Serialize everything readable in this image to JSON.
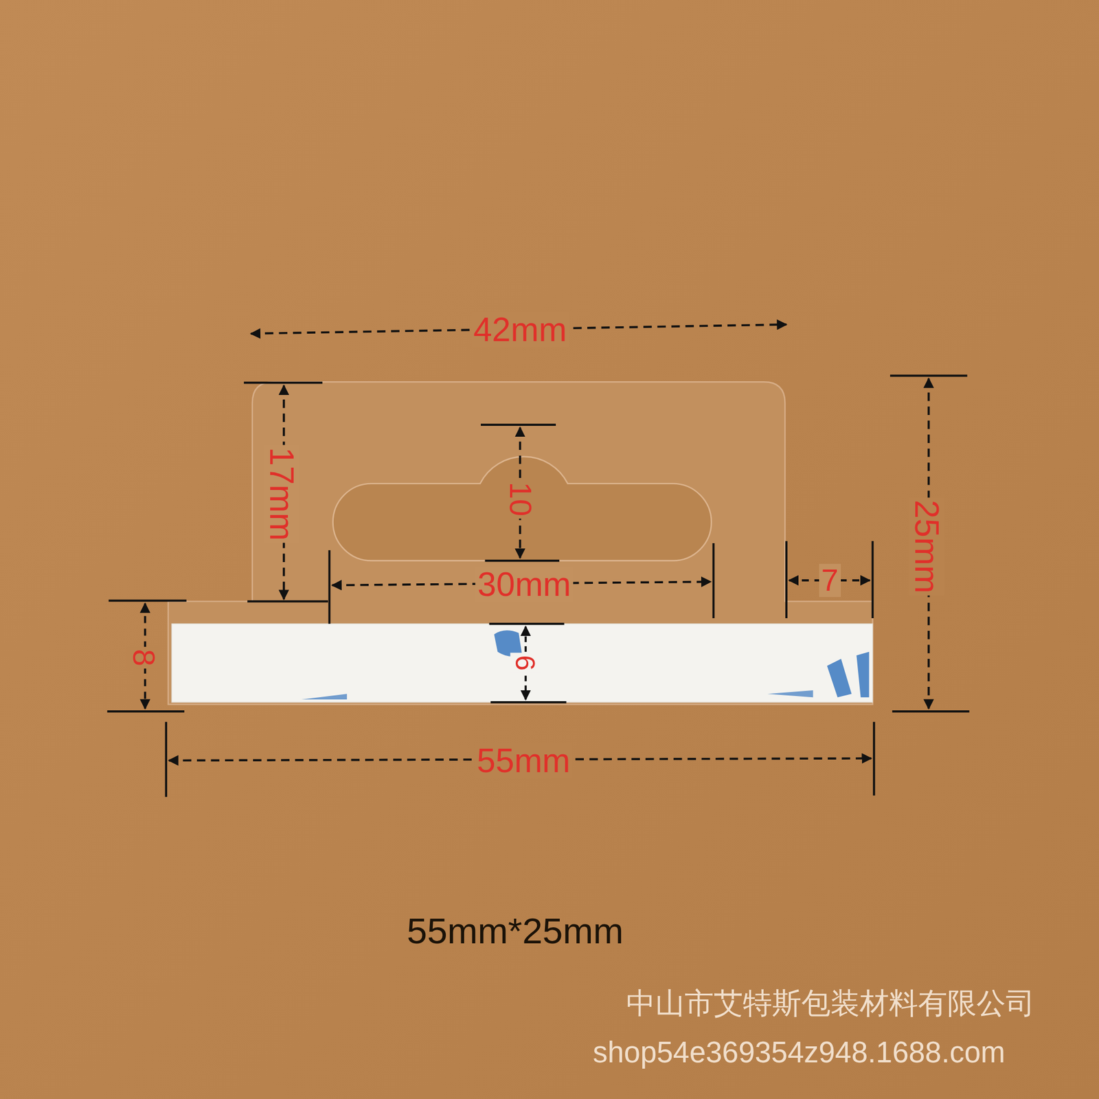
{
  "diagram": {
    "caption": "55mm*25mm",
    "labels": [
      "42mm",
      "17mm",
      "10",
      "30mm",
      "7",
      "25mm",
      "8",
      "6",
      "55mm",
      "中山市艾特斯包装材料有限公司",
      "shop54e369354z948.1688.com"
    ]
  }
}
